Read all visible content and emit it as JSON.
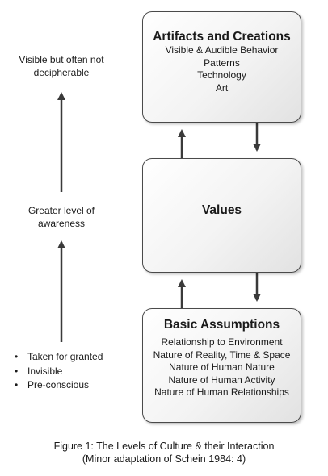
{
  "top_box": {
    "title": "Artifacts and Creations",
    "lines": [
      "Visible & Audible Behavior",
      "Patterns",
      "Technology",
      "Art"
    ]
  },
  "middle_box": {
    "title": "Values"
  },
  "bottom_box": {
    "title": "Basic Assumptions",
    "lines": [
      "Relationship to Environment",
      "Nature of Reality, Time & Space",
      "Nature of Human Nature",
      "Nature of Human Activity",
      "Nature of Human Relationships"
    ]
  },
  "left_labels": {
    "top": [
      "Visible but often not",
      "decipherable"
    ],
    "middle": [
      "Greater level of",
      "awareness"
    ]
  },
  "bullets": [
    "Taken for granted",
    "Invisible",
    "Pre-conscious"
  ],
  "bullet_glyph": "•",
  "caption": [
    "Figure 1: The Levels of Culture & their Interaction",
    "(Minor adaptation of Schein 1984: 4)"
  ]
}
